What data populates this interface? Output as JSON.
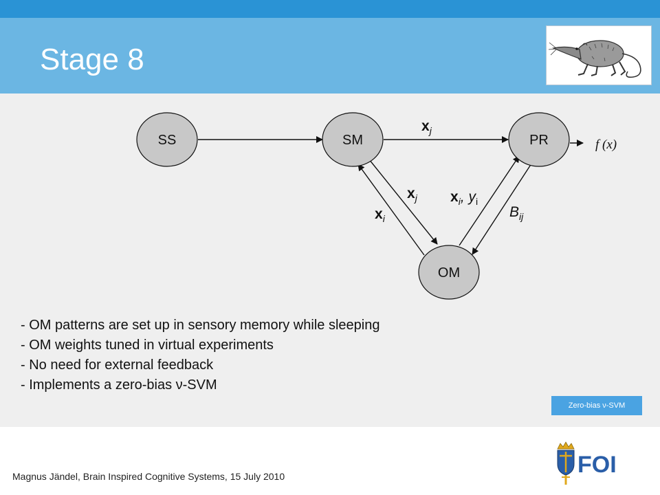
{
  "slide": {
    "title": "Stage 8",
    "footer": "Magnus Jändel, Brain Inspired Cognitive Systems, 15 July 2010",
    "tag_label": "Zero-bias ν-SVM",
    "logo_text": "FOI"
  },
  "diagram": {
    "nodes": [
      "SS",
      "SM",
      "PR",
      "OM"
    ],
    "labels": {
      "xj_top": "x",
      "xj_top_sub": "j",
      "xj_mid": "x",
      "xj_mid_sub": "j",
      "xi_left": "x",
      "xi_left_sub": "i",
      "xi_yi_bold": "x",
      "xi_yi_sub": "i",
      "xi_yi_rest": ", y",
      "xi_yi_sub2": "i",
      "bij": "B",
      "bij_sub": "ij",
      "output": "f (x)"
    }
  },
  "bullets": [
    "- OM patterns are set up in sensory memory while sleeping",
    "- OM weights tuned in virtual experiments",
    "- No need for external feedback",
    "- Implements a zero-bias ν-SVM"
  ],
  "colors": {
    "topbar": "#2a93d5",
    "header": "#6bb6e3",
    "content_bg": "#efefef",
    "node_fill": "#c8c8c8",
    "tag_bg": "#4aa3e2"
  }
}
